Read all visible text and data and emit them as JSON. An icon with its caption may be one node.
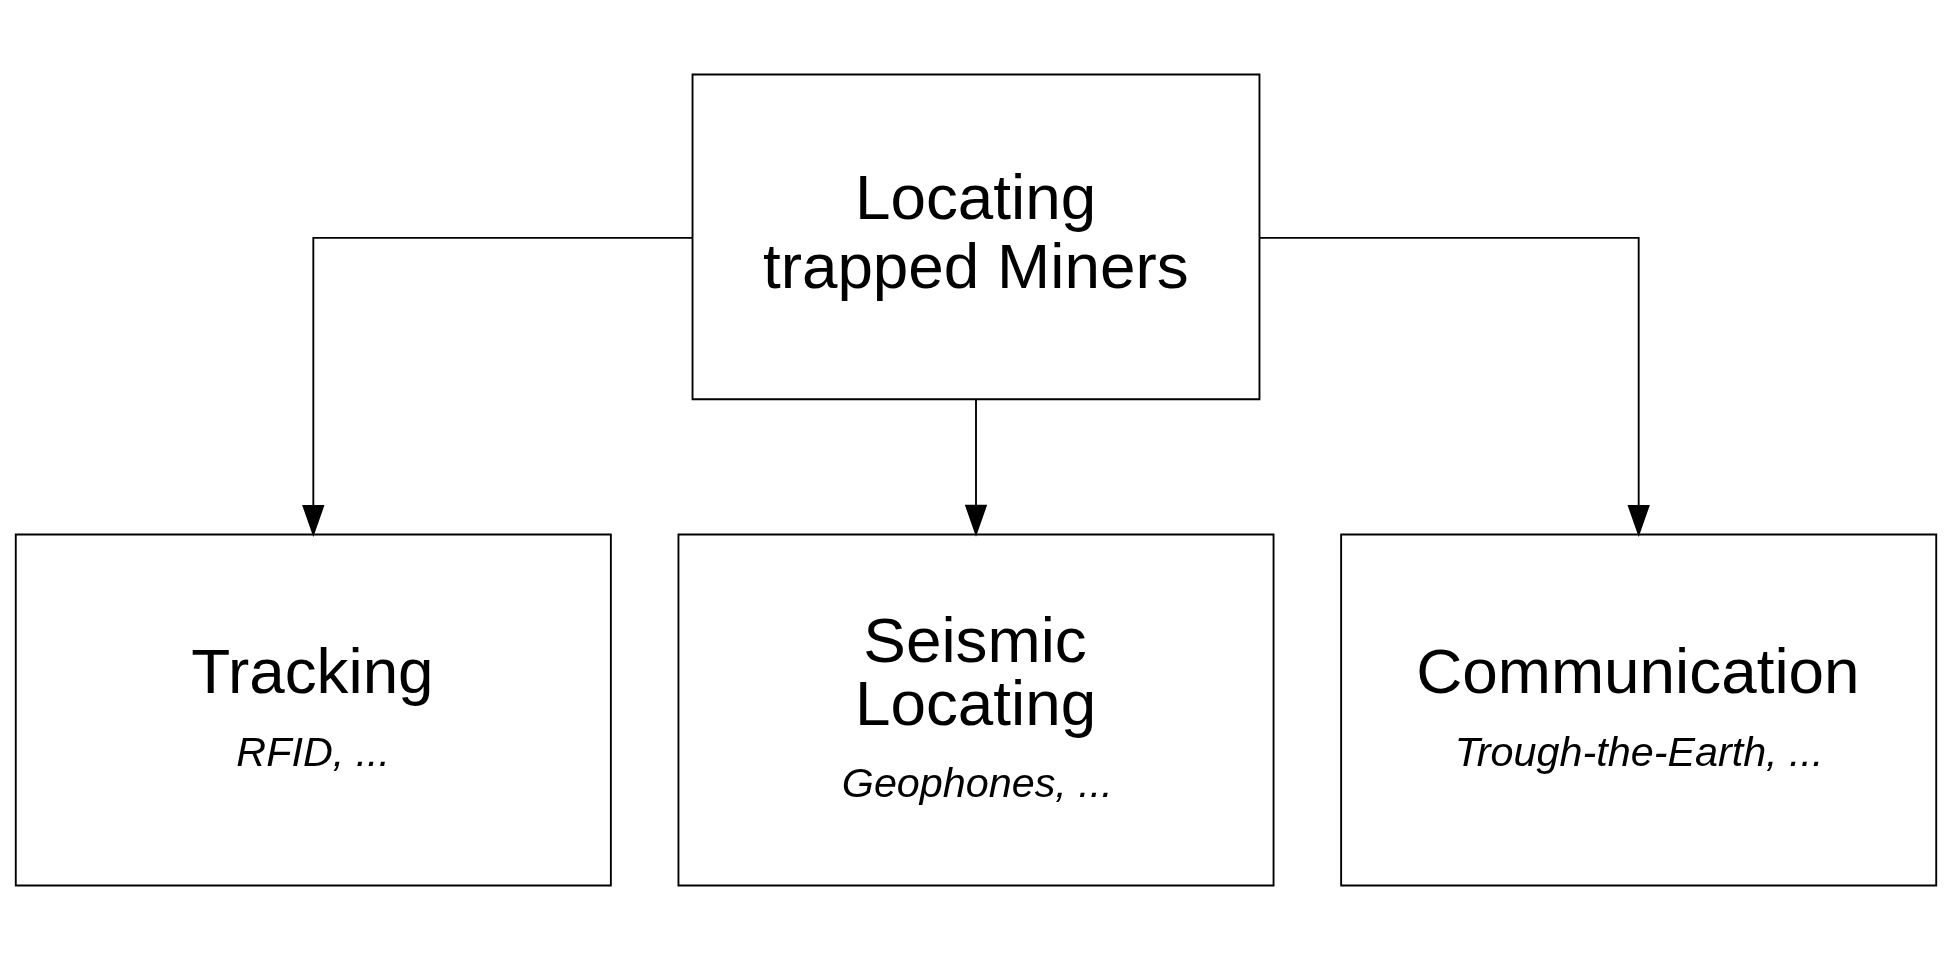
{
  "diagram": {
    "nodes": [
      {
        "text": [
          "Locating trapped Miners"
        ]
      },
      {
        "text": [
          "Tracking",
          "RFID, ..."
        ]
      },
      {
        "text": [
          "Seismic Locating",
          "Geophones, ..."
        ]
      },
      {
        "text": [
          "Communication",
          "Trough-the-Earth, ..."
        ]
      }
    ],
    "edges": [
      {
        "from": 0,
        "to": 1,
        "arrow": "to"
      },
      {
        "from": 0,
        "to": 2,
        "arrow": "to"
      },
      {
        "from": 0,
        "to": 3,
        "arrow": "to"
      }
    ]
  }
}
